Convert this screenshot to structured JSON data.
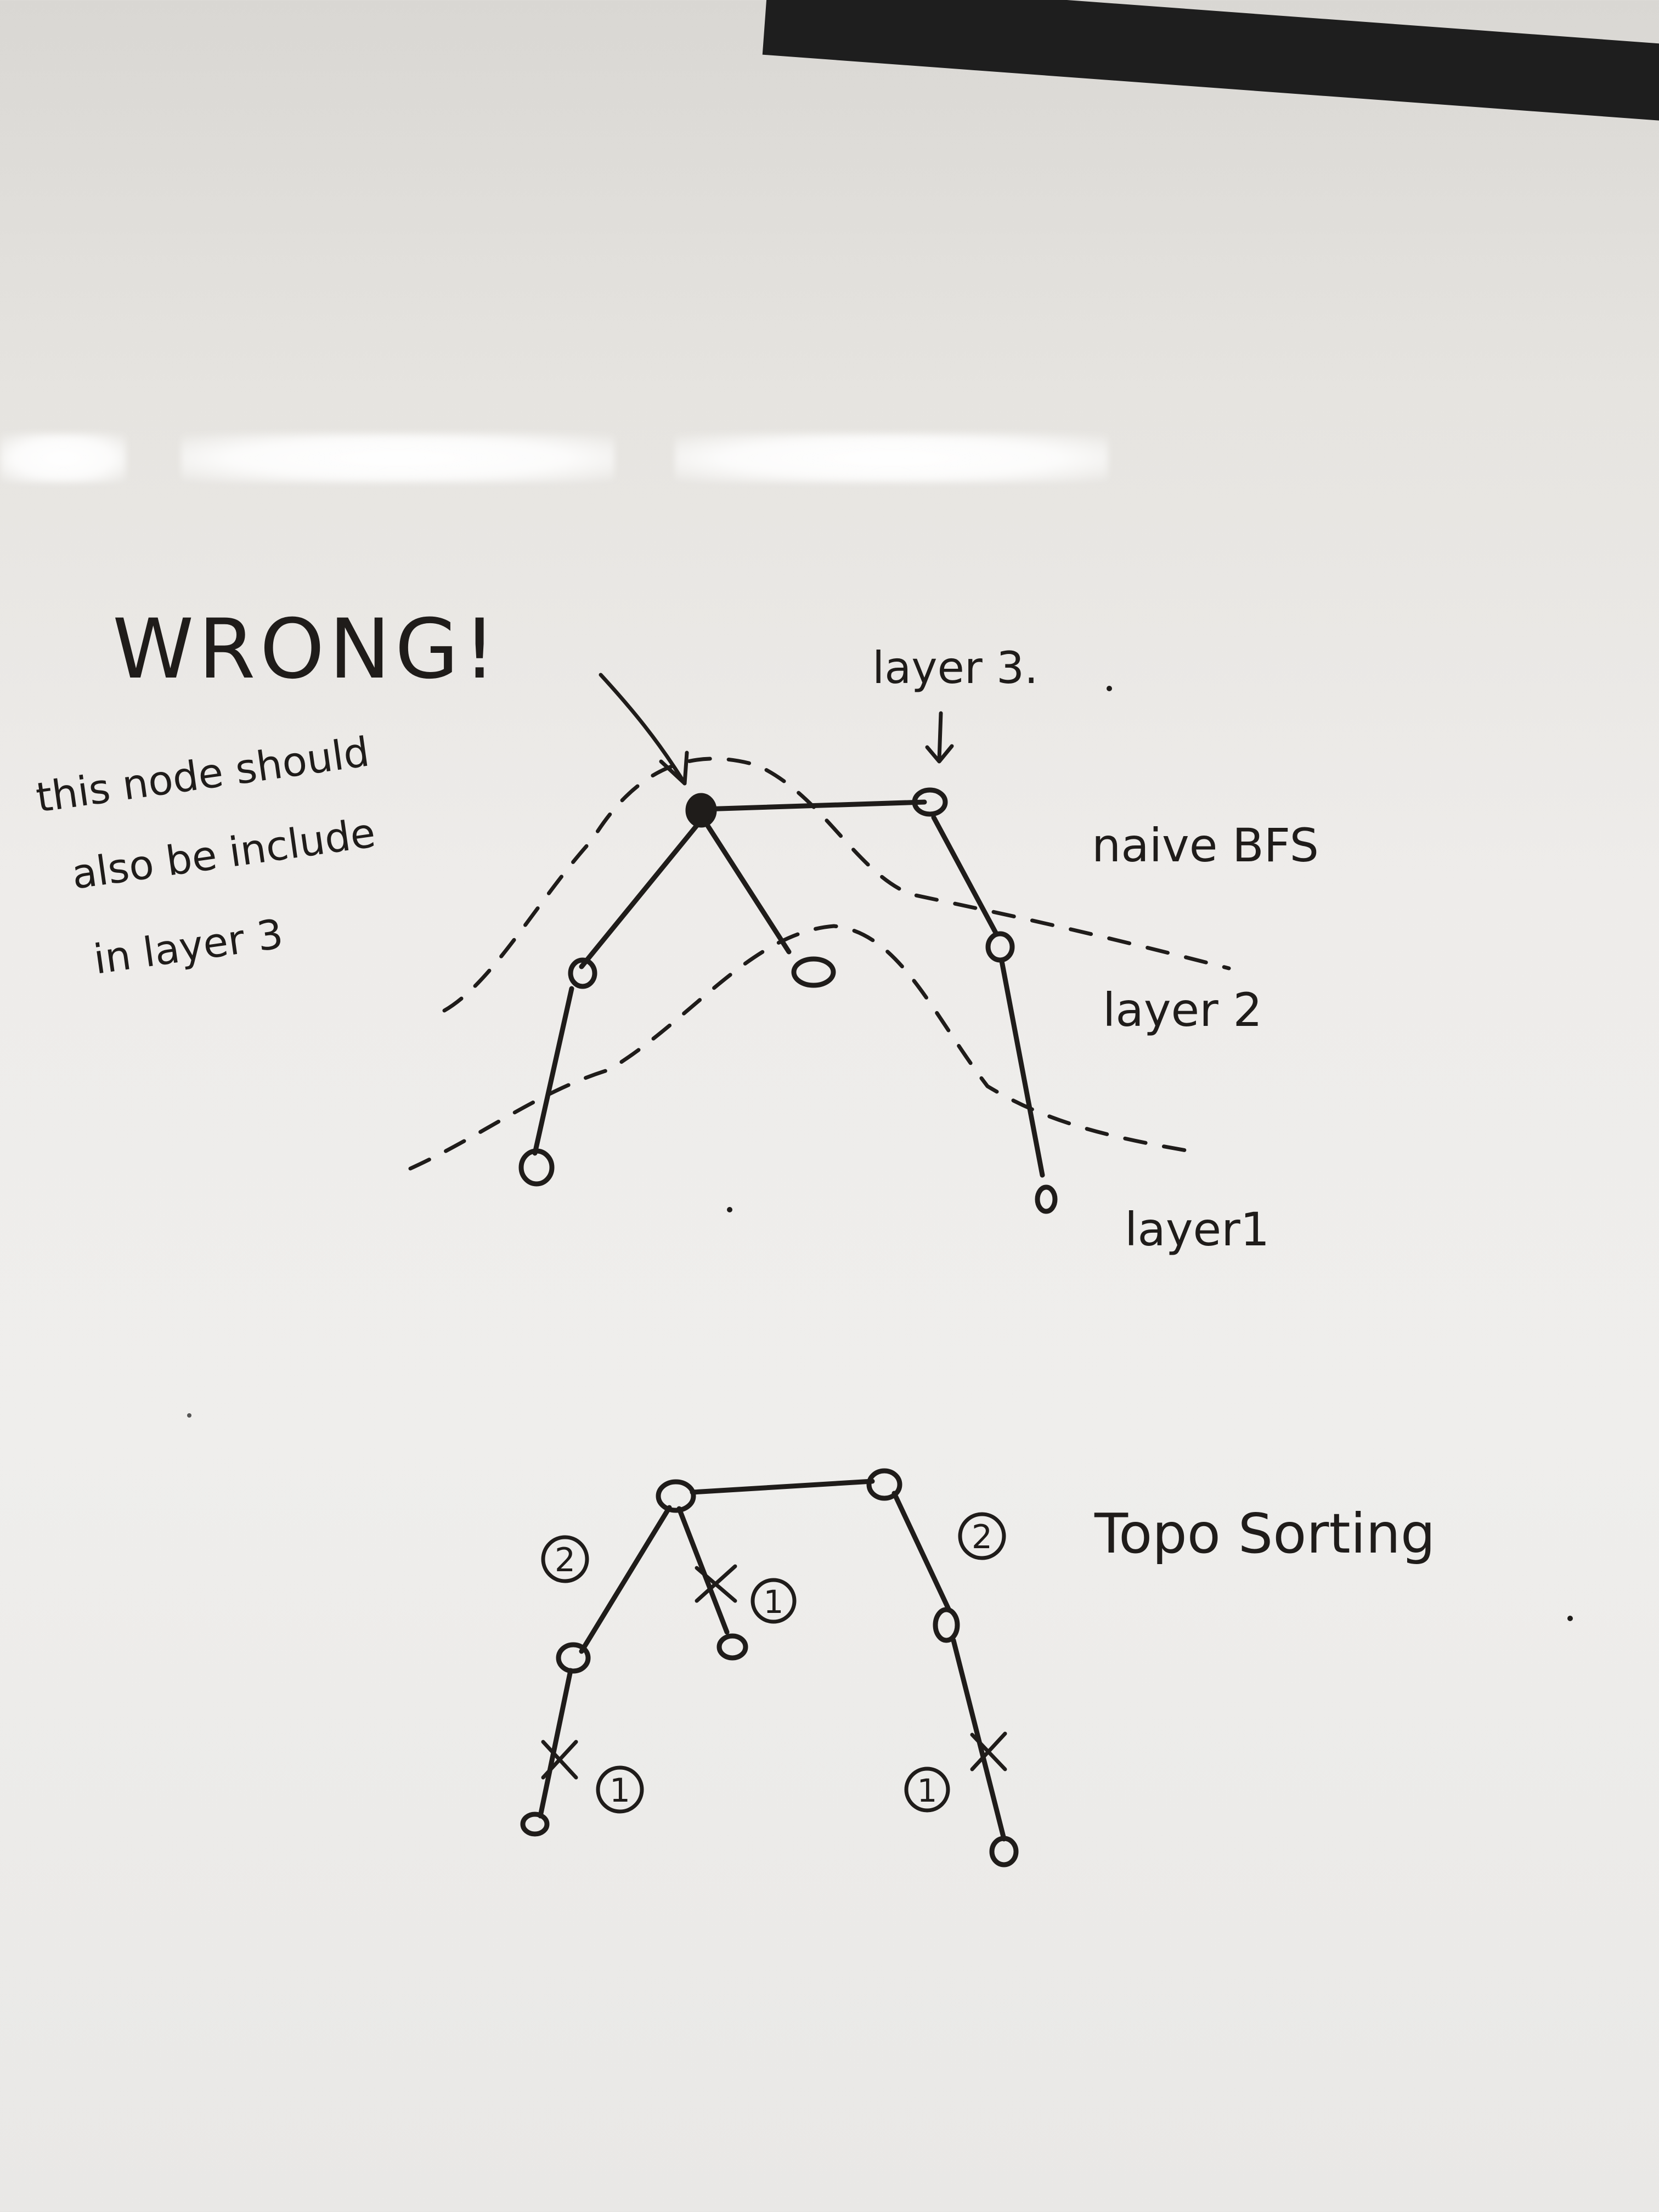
{
  "heading": "WRONG!",
  "note": {
    "line1": "this node should",
    "line2": "also be include",
    "line3": "in layer 3"
  },
  "labels": {
    "layer3": "layer 3.",
    "naive_bfs": "naive BFS",
    "layer2": "layer 2",
    "layer1": "layer1",
    "topo": "Topo Sorting"
  },
  "order_marks": {
    "two": "2",
    "one": "1"
  },
  "ink_color": "#1f1c1a"
}
